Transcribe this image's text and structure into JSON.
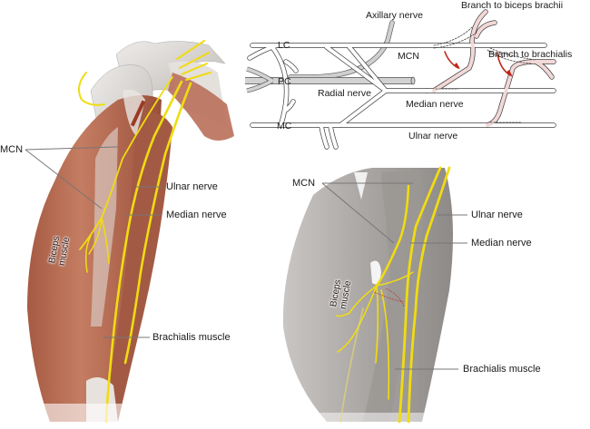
{
  "colors": {
    "nerve": "#f2e21a",
    "nerve_dark": "#c9b400",
    "muscle": "#b56a50",
    "muscle_light": "#d89b82",
    "bone": "#d8d4d0",
    "gray_muscle": "#a8a4a2",
    "radial": "#cfcfcf",
    "arrow": "#c0281c",
    "leader": "#7a7a7a"
  },
  "left_illustration": {
    "labels": {
      "mcn": "MCN",
      "ulnar": "Ulnar nerve",
      "median": "Median nerve",
      "brachialis": "Brachialis muscle",
      "biceps_line1": "Biceps",
      "biceps_line2": "muscle"
    }
  },
  "schematic": {
    "labels": {
      "axillary": "Axillary nerve",
      "branch_biceps": "Branch to biceps brachii",
      "branch_brachialis": "Branch to  brachialis",
      "lc": "LC",
      "pc": "PC",
      "mc": "MC",
      "mcn": "MCN",
      "radial": "Radial nerve",
      "median": "Median nerve",
      "ulnar": "Ulnar nerve"
    }
  },
  "right_illustration": {
    "labels": {
      "mcn": "MCN",
      "ulnar": "Ulnar nerve",
      "median": "Median nerve",
      "brachialis": "Brachialis muscle",
      "biceps_line1": "Biceps",
      "biceps_line2": "muscle"
    }
  }
}
